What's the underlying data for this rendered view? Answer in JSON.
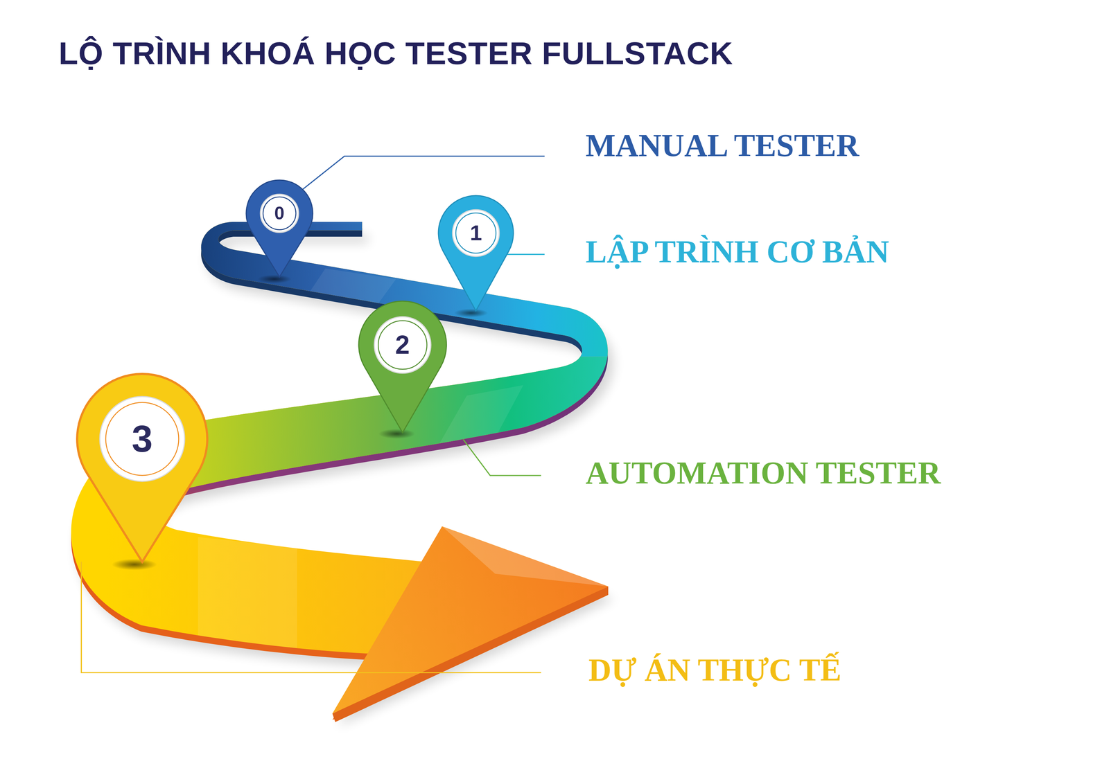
{
  "diagram": {
    "title": "LỘ TRÌNH KHOÁ HỌC TESTER FULLSTACK",
    "nodes": [
      {
        "text": [
          "0"
        ]
      },
      {
        "text": [
          "1"
        ]
      },
      {
        "text": [
          "2"
        ]
      },
      {
        "text": [
          "3"
        ]
      }
    ],
    "labels": [
      "MANUAL TESTER",
      "LẬP TRÌNH CƠ BẢN",
      "AUTOMATION TESTER",
      "DỰ ÁN THỰC TẾ"
    ]
  }
}
